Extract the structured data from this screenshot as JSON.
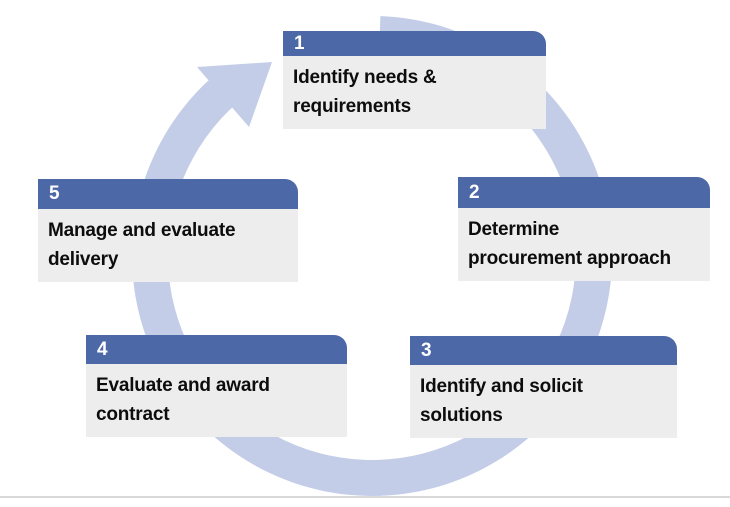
{
  "diagram": {
    "type": "process-cycle",
    "direction": "clockwise",
    "step_count": 5
  },
  "steps": [
    {
      "number": "1",
      "line1": "Identify needs &",
      "line2": "requirements"
    },
    {
      "number": "2",
      "line1": "Determine",
      "line2": "procurement approach"
    },
    {
      "number": "3",
      "line1": "Identify and solicit",
      "line2": "solutions"
    },
    {
      "number": "4",
      "line1": "Evaluate and award",
      "line2": "contract"
    },
    {
      "number": "5",
      "line1": "Manage and evaluate",
      "line2": "delivery"
    }
  ],
  "icons": {
    "cycle_arrow": "circular-clockwise-arrow"
  },
  "colors": {
    "header_blue": "#4c68a6",
    "body_gray": "#ededee",
    "ring_blue": "#c3cde7",
    "number_text": "#ffffff",
    "step_text": "#0d0d0d",
    "divider": "#d9d9d9"
  }
}
